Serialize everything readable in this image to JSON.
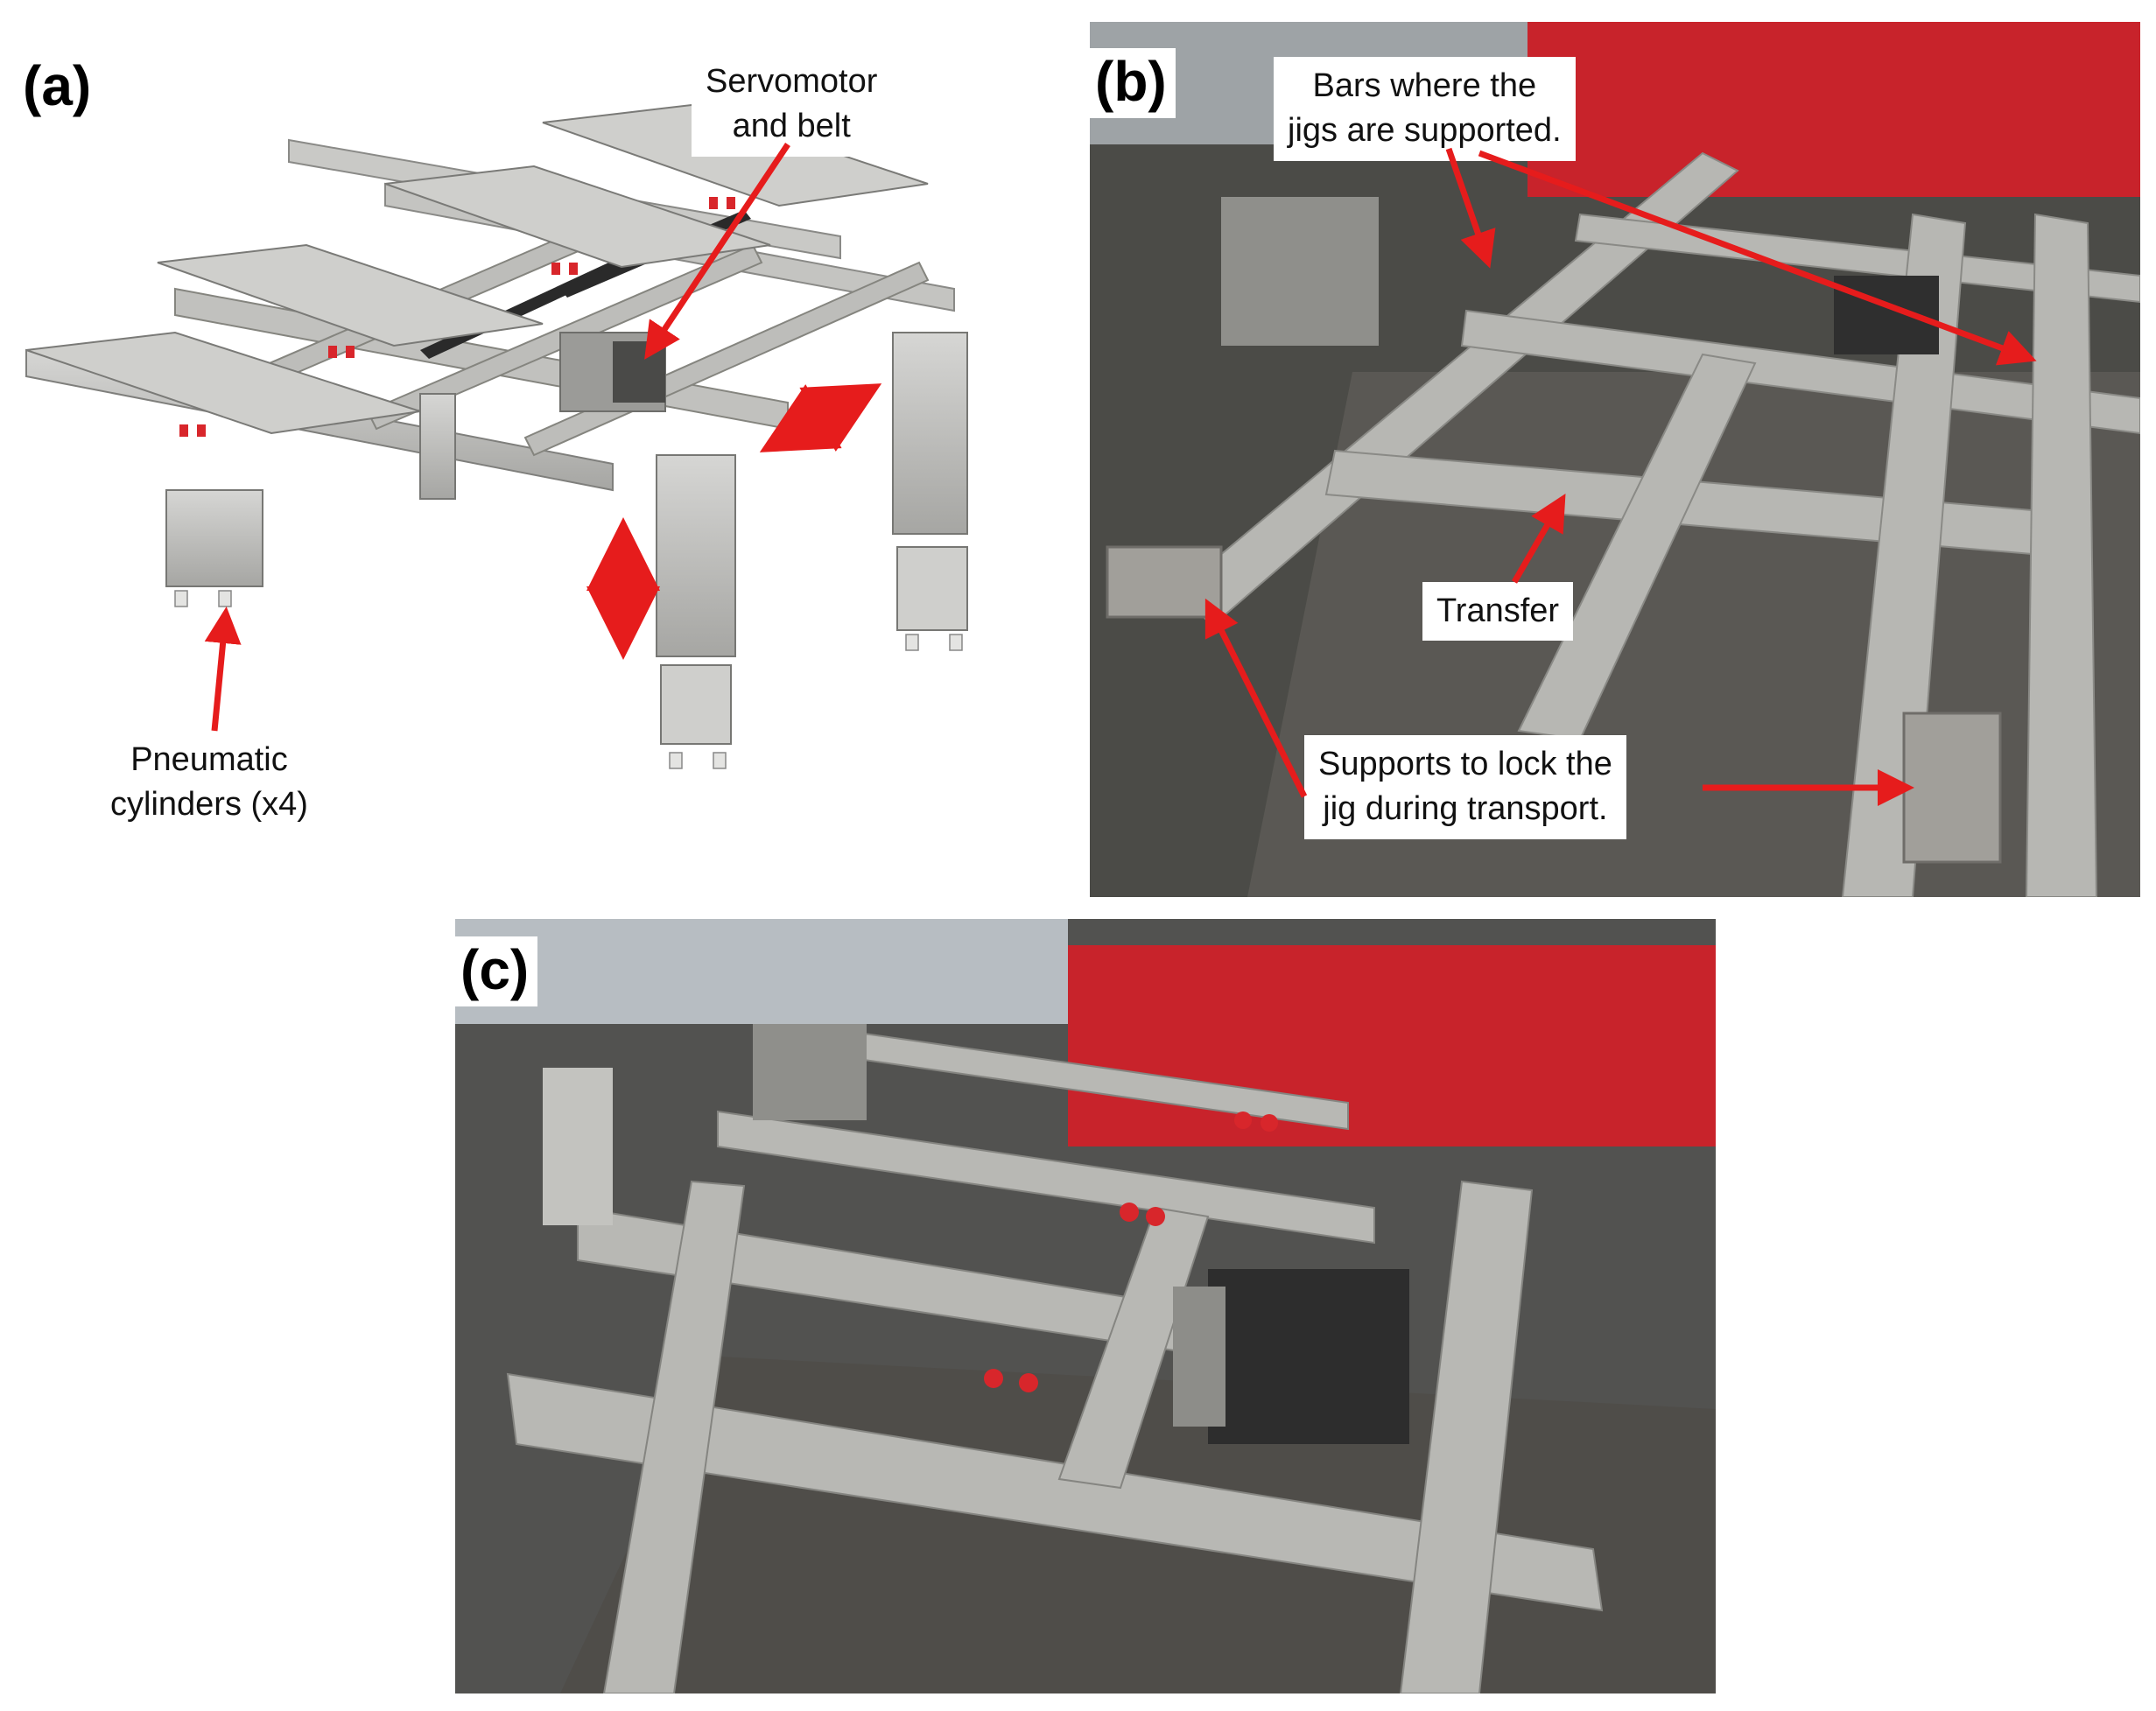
{
  "panels": {
    "a": {
      "label": "(a)",
      "callouts": {
        "servo": [
          "Servomotor",
          "and belt"
        ],
        "cylinders": [
          "Pneumatic",
          "cylinders (x4)"
        ]
      }
    },
    "b": {
      "label": "(b)",
      "callouts": {
        "bars": [
          "Bars where the",
          "jigs are supported."
        ],
        "transfer": [
          "Transfer"
        ],
        "supports": [
          "Supports to lock the",
          "jig during transport."
        ]
      }
    },
    "c": {
      "label": "(c)"
    }
  },
  "colors": {
    "arrow": "#e61c1c",
    "metal": "#b9b9b6",
    "metal_dark": "#8d8d8a",
    "machine_red": "#c8232b",
    "floor": "#4a4a46"
  }
}
